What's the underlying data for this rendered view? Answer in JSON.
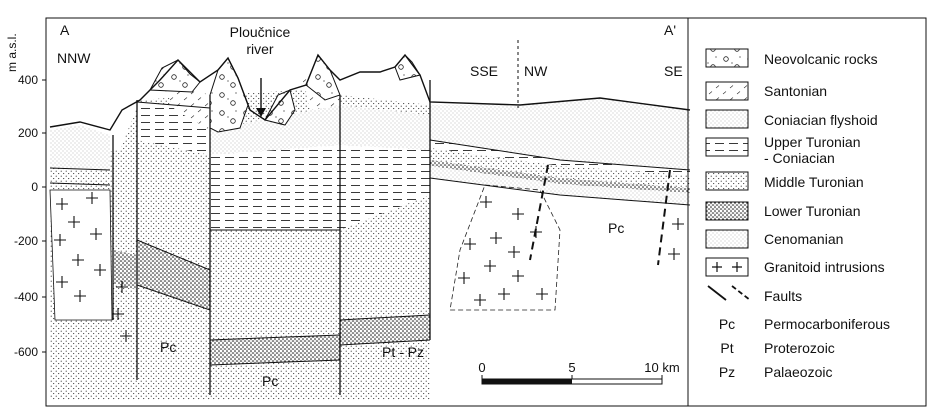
{
  "profile": {
    "start_label": "A",
    "end_label": "A'",
    "y_axis_label": "m a.s.l.",
    "direction_left": "NNW",
    "direction_middle_left": "SSE",
    "direction_middle_right": "NW",
    "direction_right": "SE",
    "river_label_line1": "Ploučnice",
    "river_label_line2": "river",
    "y_ticks": [
      "400",
      "200",
      "0",
      "-200",
      "-400",
      "-600"
    ],
    "basement_labels": [
      {
        "id": "pc-left",
        "text": "Pc"
      },
      {
        "id": "pc-bottom",
        "text": "Pc"
      },
      {
        "id": "pt-pz",
        "text": "Pt - Pz"
      },
      {
        "id": "pc-right",
        "text": "Pc"
      }
    ],
    "scale": {
      "ticks": [
        "0",
        "5",
        "10 km"
      ]
    }
  },
  "legend": {
    "units": [
      {
        "key": "neovolcanic",
        "label": "Neovolcanic rocks"
      },
      {
        "key": "santonian",
        "label": "Santonian"
      },
      {
        "key": "coniacian",
        "label": "Coniacian flyshoid"
      },
      {
        "key": "upper-turonian",
        "label": "Upper Turonian",
        "label2": "- Coniacian"
      },
      {
        "key": "middle-turonian",
        "label": "Middle Turonian"
      },
      {
        "key": "lower-turonian",
        "label": "Lower Turonian"
      },
      {
        "key": "cenomanian",
        "label": "Cenomanian"
      },
      {
        "key": "granitoid",
        "label": "Granitoid intrusions"
      },
      {
        "key": "faults",
        "label": "Faults"
      }
    ],
    "abbreviations": [
      {
        "code": "Pc",
        "meaning": "Permocarboniferous"
      },
      {
        "code": "Pt",
        "meaning": "Proterozoic"
      },
      {
        "code": "Pz",
        "meaning": "Palaeozoic"
      }
    ]
  }
}
